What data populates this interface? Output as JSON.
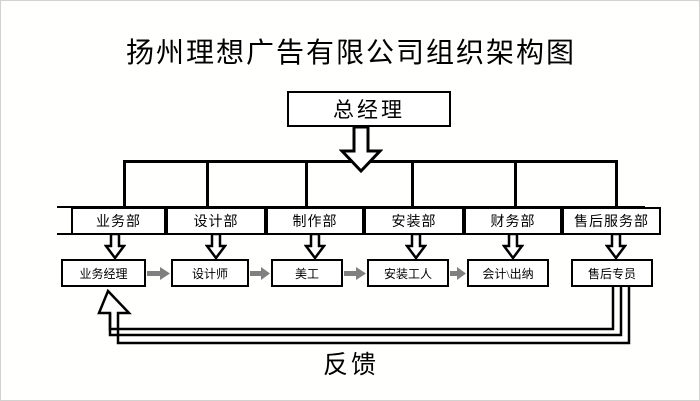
{
  "diagram": {
    "title": "扬州理想广告有限公司组织架构图",
    "top_node": {
      "label": "总经理"
    },
    "departments": [
      {
        "label": "业务部"
      },
      {
        "label": "设计部"
      },
      {
        "label": "制作部"
      },
      {
        "label": "安装部"
      },
      {
        "label": "财务部"
      },
      {
        "label": "售后服务部"
      }
    ],
    "roles": [
      {
        "label": "业务经理"
      },
      {
        "label": "设计师"
      },
      {
        "label": "美工"
      },
      {
        "label": "安装工人"
      },
      {
        "label": "会计\\出纳"
      },
      {
        "label": "售后专员"
      }
    ],
    "feedback": {
      "label": "反馈"
    },
    "colors": {
      "stroke": "#000000",
      "connector_arrow": "#808080",
      "frame": "#d2d2d0",
      "background": "#ffffff"
    }
  }
}
